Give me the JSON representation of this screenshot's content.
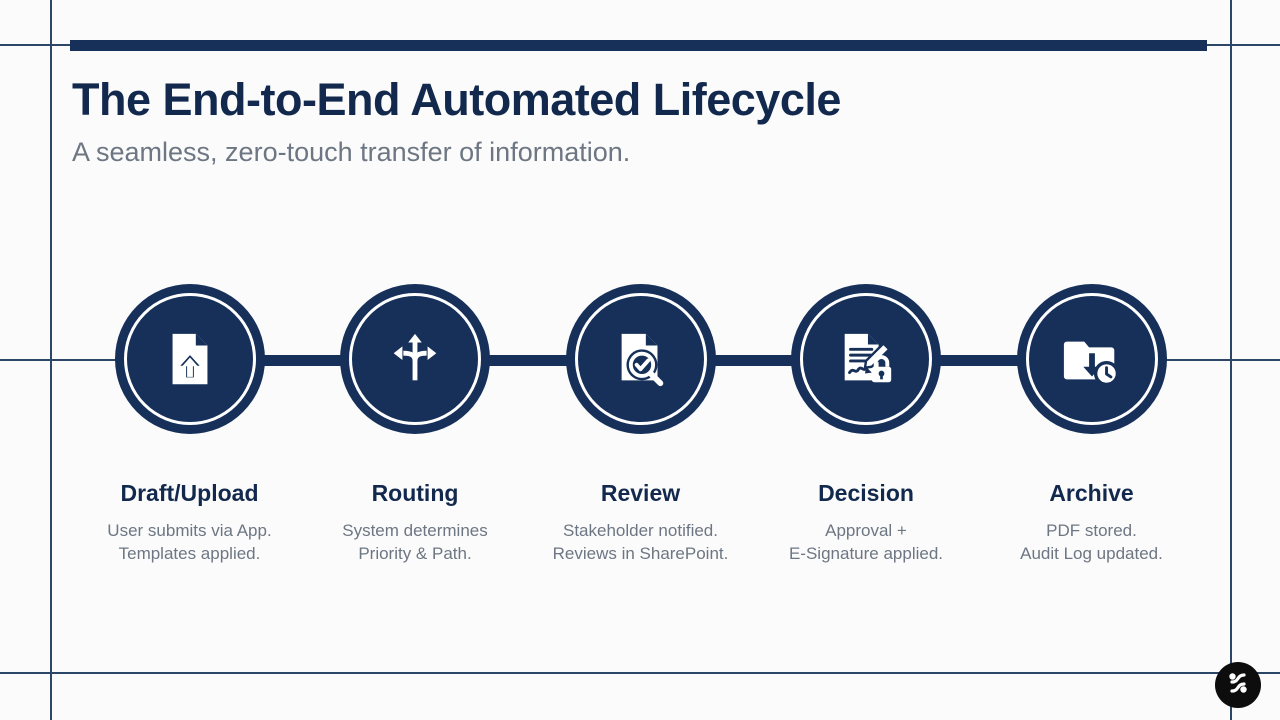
{
  "slide": {
    "title": "The End-to-End Automated Lifecycle",
    "subtitle": "A seamless, zero-touch transfer of information.",
    "accent_color": "#16305a",
    "title_color": "#12294d",
    "muted_color": "#6d7683",
    "background_color": "#fbfbfb",
    "guide_color": "#2c4668"
  },
  "steps": [
    {
      "label": "Draft/Upload",
      "desc_line1": "User submits via App.",
      "desc_line2": "Templates applied.",
      "icon": "document-upload-icon"
    },
    {
      "label": "Routing",
      "desc_line1": "System determines",
      "desc_line2": "Priority & Path.",
      "icon": "branching-arrows-icon"
    },
    {
      "label": "Review",
      "desc_line1": "Stakeholder notified.",
      "desc_line2": "Reviews in SharePoint.",
      "icon": "document-magnifier-check-icon"
    },
    {
      "label": "Decision",
      "desc_line1": "Approval +",
      "desc_line2": "E-Signature applied.",
      "icon": "signed-document-lock-icon"
    },
    {
      "label": "Archive",
      "desc_line1": "PDF stored.",
      "desc_line2": "Audit Log updated.",
      "icon": "folder-download-clock-icon"
    }
  ],
  "logo": {
    "name": "brand-logo",
    "color": "#0d0d0d"
  }
}
